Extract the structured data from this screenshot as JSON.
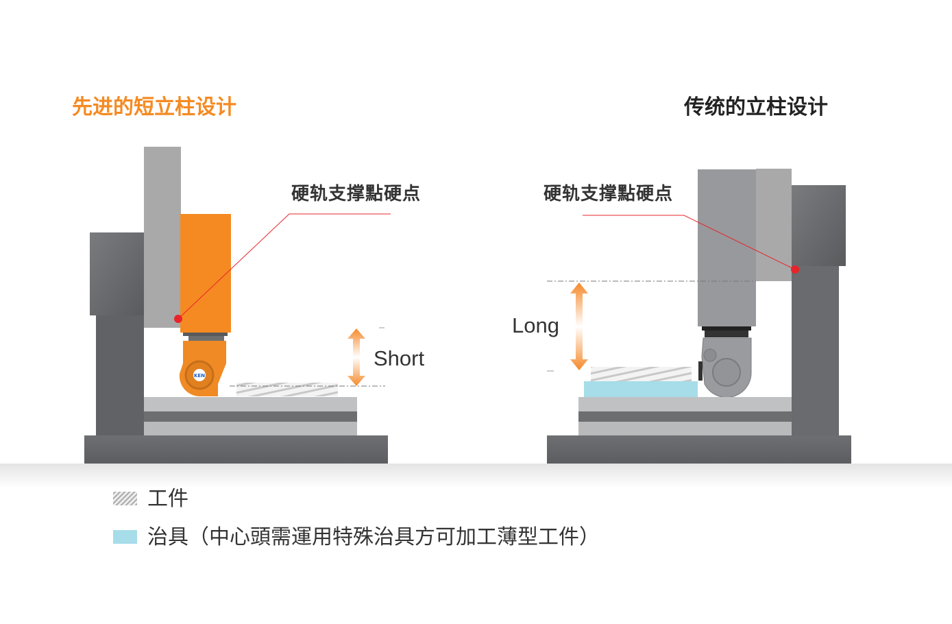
{
  "left": {
    "title": "先进的短立柱设计",
    "support_label": "硬轨支撑點硬点",
    "distance_label": "Short",
    "logo_text": "KEN"
  },
  "right": {
    "title": "传统的立柱设计",
    "support_label": "硬轨支撑點硬点",
    "distance_label": "Long"
  },
  "legend": {
    "workpiece": "工件",
    "fixture": "治具（中心頭需運用特殊治具方可加工薄型工件）"
  },
  "colors": {
    "accent_orange": "#f58a22",
    "fixture_cyan": "#a6dde9",
    "marker_red": "#e8242a"
  }
}
